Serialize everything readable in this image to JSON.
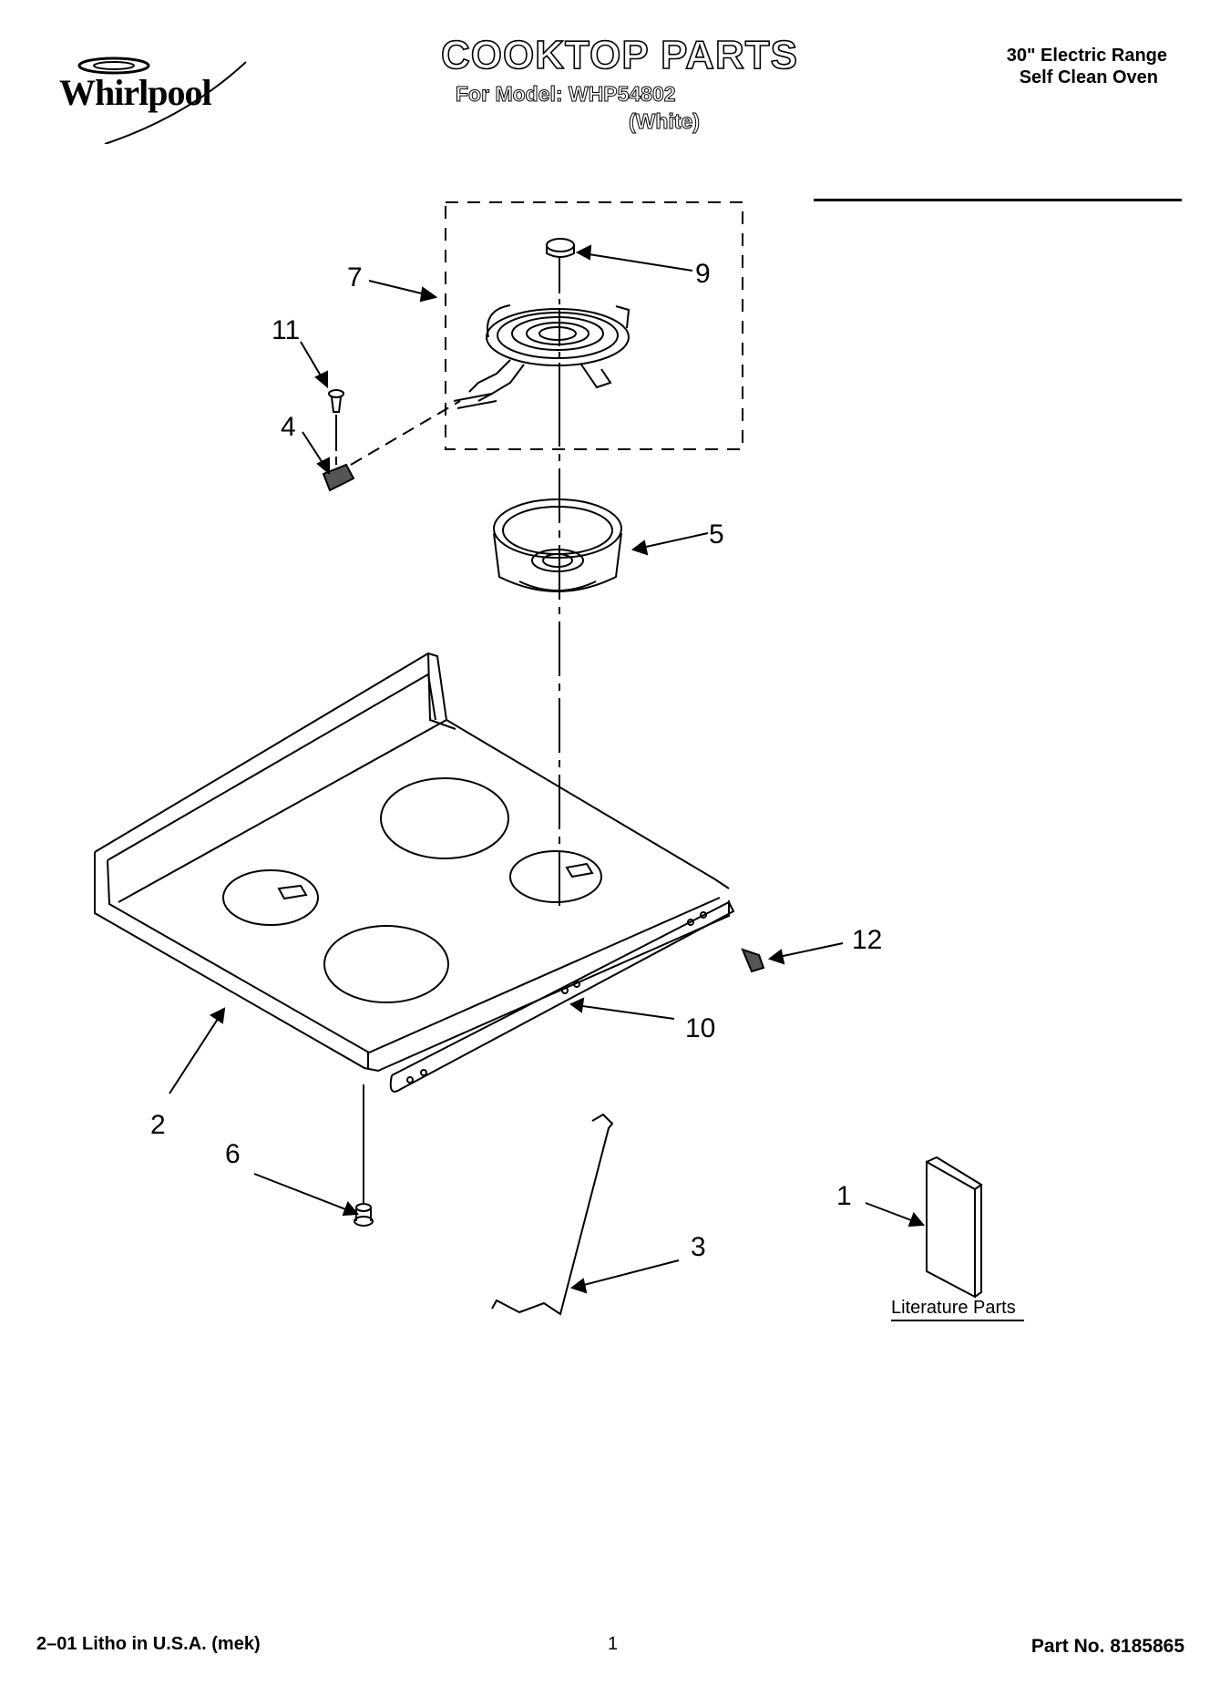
{
  "header": {
    "brand": "Whirlpool",
    "title": "COOKTOP PARTS",
    "model_line": "For Model: WHP54802",
    "color_line": "(White)",
    "product_line1": "30\" Electric Range",
    "product_line2": "Self Clean Oven"
  },
  "callouts": {
    "c1": "1",
    "c2": "2",
    "c3": "3",
    "c4": "4",
    "c5": "5",
    "c6": "6",
    "c7": "7",
    "c9": "9",
    "c10": "10",
    "c11": "11",
    "c12": "12"
  },
  "literature_label": "Literature Parts",
  "footer": {
    "left": "2–01 Litho in U.S.A. (mek)",
    "page": "1",
    "part_no": "Part No. 8185865"
  }
}
